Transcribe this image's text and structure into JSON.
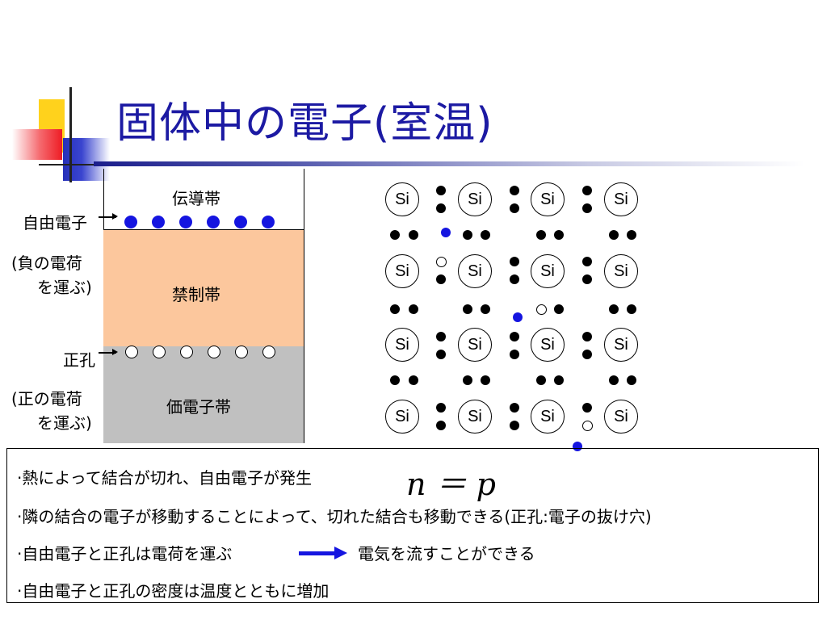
{
  "slide": {
    "title": "固体中の電子(室温)"
  },
  "band_diagram": {
    "conduction_label": "伝導帯",
    "forbidden_label": "禁制帯",
    "valence_label": "価電子帯",
    "free_electron_label": "自由電子",
    "free_electron_note_1": "(負の電荷",
    "free_electron_note_2": "を運ぶ)",
    "hole_label": "正孔",
    "hole_note_1": "(正の電荷",
    "hole_note_2": "を運ぶ)",
    "electron_count": 6,
    "hole_count": 6
  },
  "lattice": {
    "atom_label": "Si",
    "rows": 4,
    "cols": 4
  },
  "notes": {
    "line1": "·熱によって結合が切れ、自由電子が発生",
    "formula": "n ＝ p",
    "line2": "·隣の結合の電子が移動することによって、切れた結合も移動できる(正孔:電子の抜け穴)",
    "line3": "·自由電子と正孔は電荷を運ぶ",
    "line3_result": "電気を流すことができる",
    "line4": "·自由電子と正孔の密度は温度とともに増加"
  },
  "colors": {
    "title": "#1c1aa3",
    "electron": "#1515e0",
    "forbidden_band": "#fcc79d",
    "valence_band": "#c0c0c0"
  }
}
